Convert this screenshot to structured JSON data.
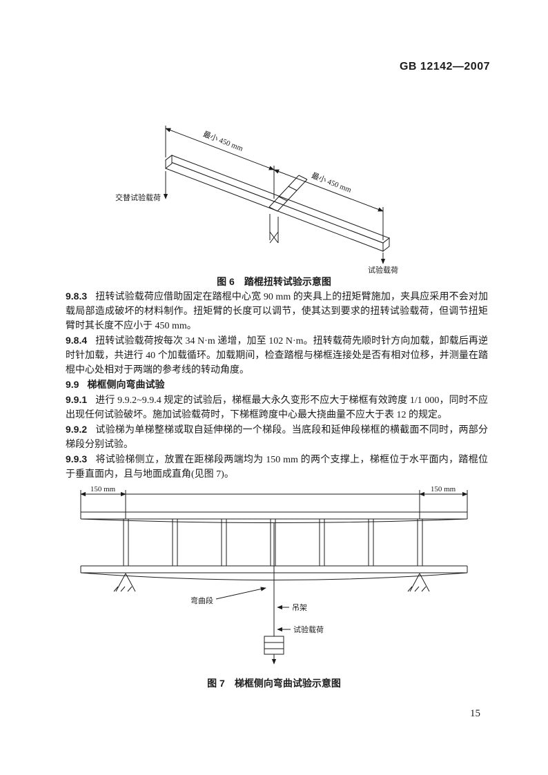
{
  "header": {
    "standard_code": "GB 12142—2007"
  },
  "figure6": {
    "caption": "图 6　踏棍扭转试验示意图",
    "labels": {
      "dim1": "最小 450 mm",
      "dim2": "最小 450 mm",
      "alternating_load": "交替试验载荷",
      "test_load": "试验载荷"
    }
  },
  "body": {
    "paragraphs": [
      {
        "num": "9.8.3",
        "text": "扭转试验载荷应借助固定在踏棍中心宽 90 mm 的夹具上的扭矩臂施加，夹具应采用不会对加载局部造成破坏的材料制作。扭矩臂的长度可以调节，使其达到要求的扭转试验载荷，但调节扭矩臂时其长度不应小于 450 mm。"
      },
      {
        "num": "9.8.4",
        "text": "扭转试验载荷按每次 34 N·m 递增，加至 102 N·m。扭转载荷先顺时针方向加载，卸载后再逆时针加载，共进行 40 个加载循环。加载期间，检查踏棍与梯框连接处是否有相对位移，并测量在踏棍中心处相对于两端的参考线的转动角度。"
      },
      {
        "num": "9.9",
        "text": "梯框侧向弯曲试验"
      },
      {
        "num": "9.9.1",
        "text": "进行 9.9.2~9.9.4 规定的试验后，梯框最大永久变形不应大于梯框有效跨度 1/1 000，同时不应出现任何试验破坏。施加试验载荷时，下梯框跨度中心最大挠曲量不应大于表 12 的规定。"
      },
      {
        "num": "9.9.2",
        "text": "试验梯为单梯整梯或取自延伸梯的一个梯段。当底段和延伸段梯框的横截面不同时，两部分梯段分别试验。"
      },
      {
        "num": "9.9.3",
        "text": "将试验梯侧立，放置在距梯段两端均为 150 mm 的两个支撑上，梯框位于水平面内，踏棍位于垂直面内，且与地面成直角(见图 7)。"
      }
    ]
  },
  "figure7": {
    "caption": "图 7　梯框侧向弯曲试验示意图",
    "labels": {
      "dim_left": "150 mm",
      "dim_right": "150 mm",
      "bending_section": "弯曲段",
      "hanger": "吊架",
      "test_load": "试验载荷"
    }
  },
  "footer": {
    "page_number": "15"
  }
}
